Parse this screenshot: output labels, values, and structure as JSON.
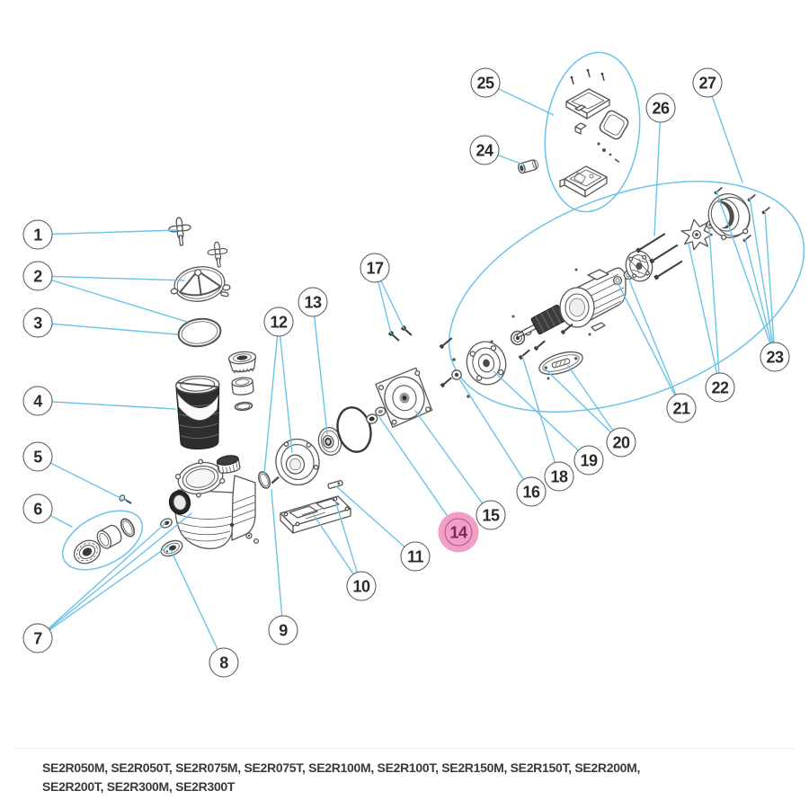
{
  "diagram": {
    "callouts": [
      {
        "number": "1",
        "highlighted": false
      },
      {
        "number": "2",
        "highlighted": false
      },
      {
        "number": "3",
        "highlighted": false
      },
      {
        "number": "4",
        "highlighted": false
      },
      {
        "number": "5",
        "highlighted": false
      },
      {
        "number": "6",
        "highlighted": false
      },
      {
        "number": "7",
        "highlighted": false
      },
      {
        "number": "8",
        "highlighted": false
      },
      {
        "number": "9",
        "highlighted": false
      },
      {
        "number": "10",
        "highlighted": false
      },
      {
        "number": "11",
        "highlighted": false
      },
      {
        "number": "12",
        "highlighted": false
      },
      {
        "number": "13",
        "highlighted": false
      },
      {
        "number": "14",
        "highlighted": true
      },
      {
        "number": "15",
        "highlighted": false
      },
      {
        "number": "16",
        "highlighted": false
      },
      {
        "number": "17",
        "highlighted": false
      },
      {
        "number": "18",
        "highlighted": false
      },
      {
        "number": "19",
        "highlighted": false
      },
      {
        "number": "20",
        "highlighted": false
      },
      {
        "number": "21",
        "highlighted": false
      },
      {
        "number": "22",
        "highlighted": false
      },
      {
        "number": "23",
        "highlighted": false
      },
      {
        "number": "24",
        "highlighted": false
      },
      {
        "number": "25",
        "highlighted": false
      },
      {
        "number": "26",
        "highlighted": false
      },
      {
        "number": "27",
        "highlighted": false
      }
    ],
    "highlighted_callout": "14",
    "colors": {
      "leader_line": "#6cc3e7",
      "part_outline": "#565656",
      "callout_border": "#4f4f4f",
      "callout_text": "#2b2b2b",
      "highlight_fill": "#f0a0c5",
      "highlight_ring": "#b0548a",
      "highlight_text": "#76295a"
    }
  },
  "footer": {
    "lines": [
      "SE2R050M, SE2R050T, SE2R075M, SE2R075T, SE2R100M, SE2R100T, SE2R150M, SE2R150T, SE2R200M,",
      "SE2R200T, SE2R300M, SE2R300T"
    ]
  }
}
